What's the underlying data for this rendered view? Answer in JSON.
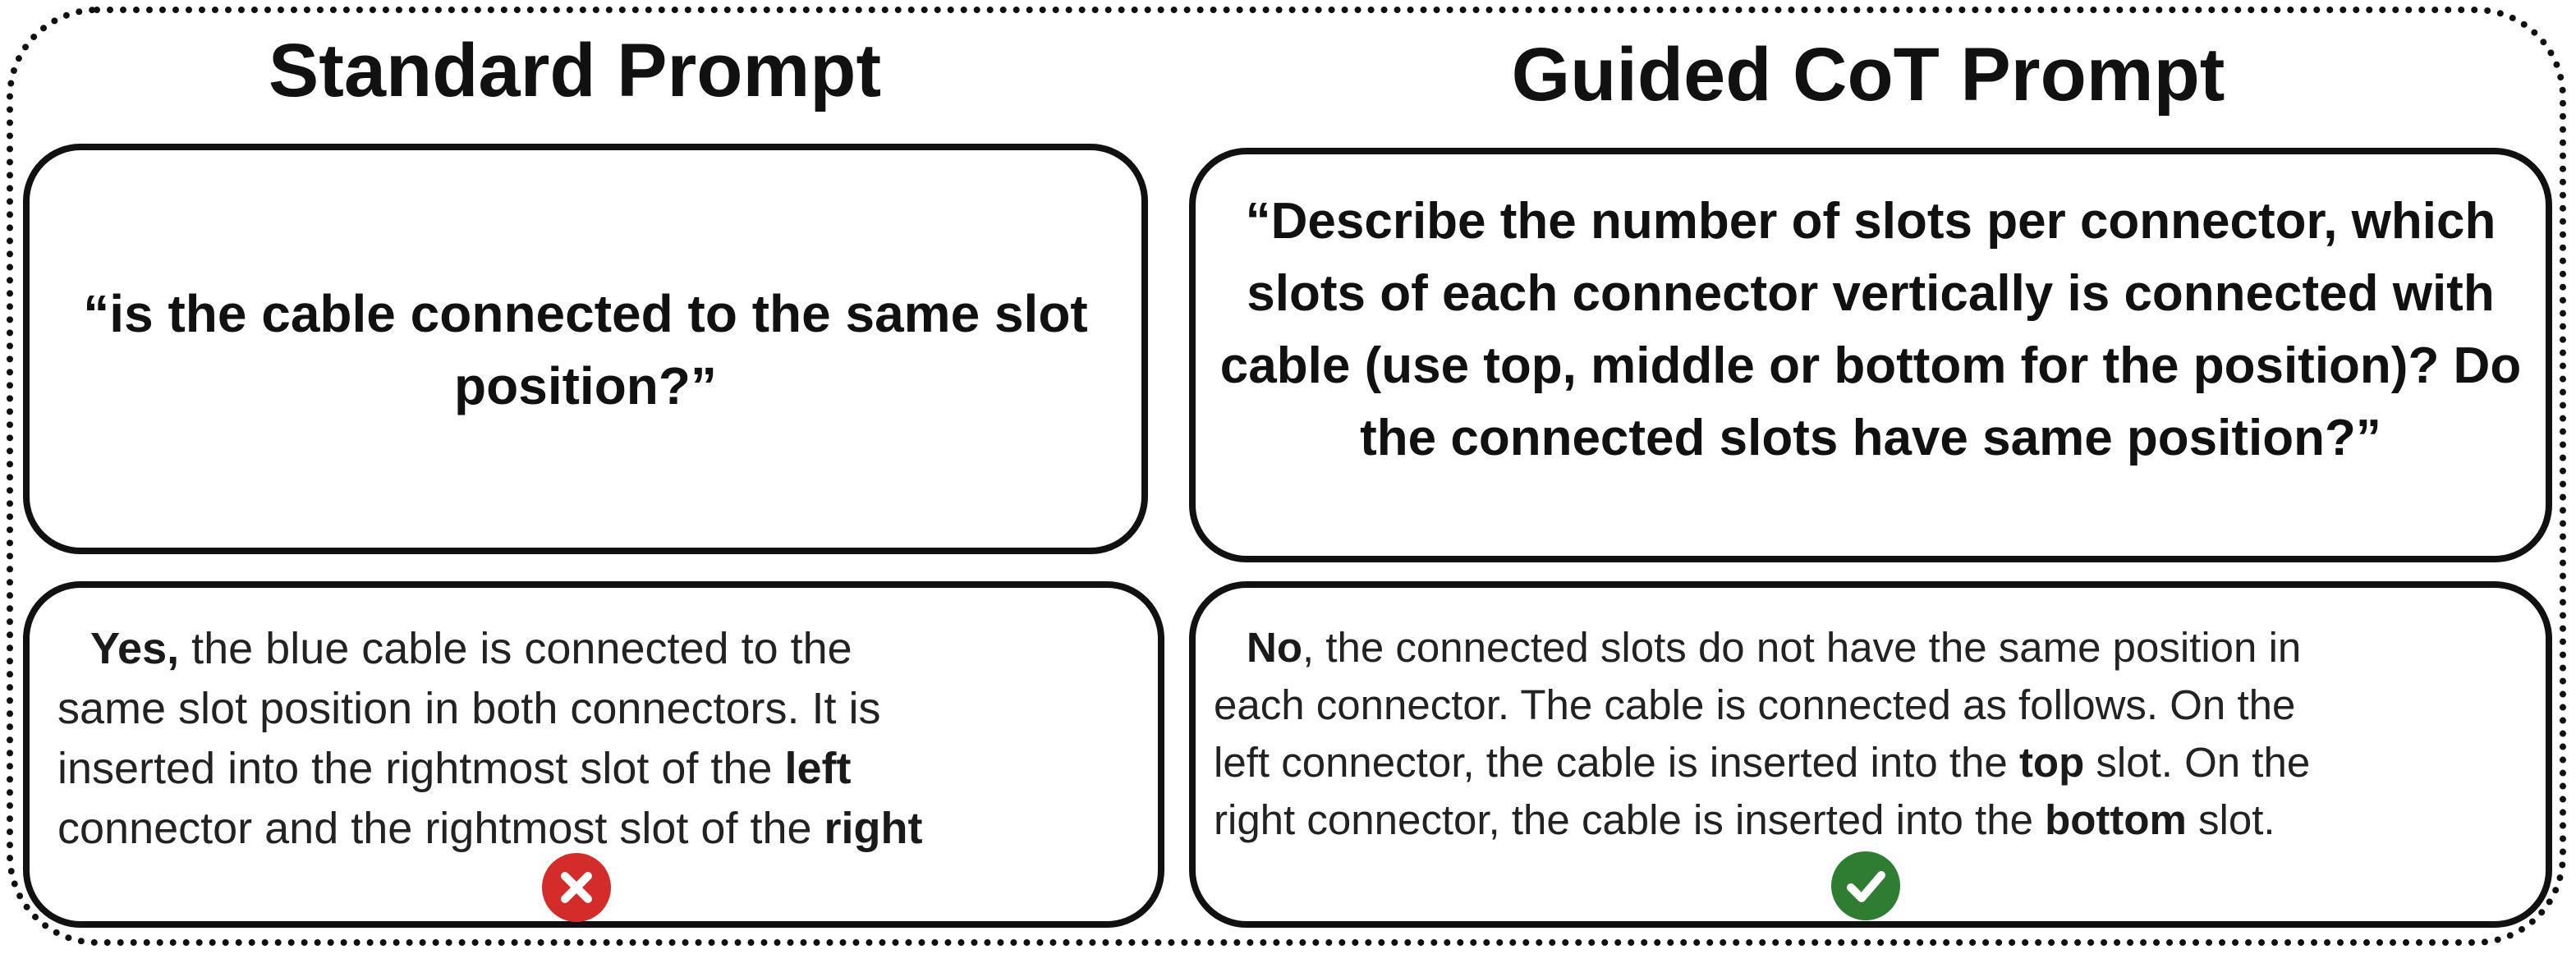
{
  "left_column": {
    "title": "Standard Prompt",
    "prompt": "“is the cable connected to the same slot position?”",
    "answer": {
      "l1_b": "Yes,",
      "l1": " the blue cable is connected to the",
      "l2": "same slot position in both connectors. It is",
      "l3": "inserted into the rightmost slot of the ",
      "l3_b": "left",
      "l4": "connector and the rightmost slot of the ",
      "l4_b": "right"
    },
    "verdict_icon": "x-circle-icon",
    "verdict_color": "#d42b2b"
  },
  "right_column": {
    "title": "Guided CoT Prompt",
    "prompt": "“Describe the number of slots per connector, which slots of each connector vertically is connected with cable (use top, middle or bottom for the position)? Do the connected slots have same position?”",
    "answer": {
      "l1_b": "No",
      "l1": ", the connected slots do not have the same position in",
      "l2": "each connector. The cable is connected as follows. On the",
      "l3": "left connector, the cable is inserted into the ",
      "l3_b": "top",
      "l3_end": " slot. On the",
      "l4": "right connector, the cable is inserted into the ",
      "l4_b": "bottom",
      "l4_end": " slot."
    },
    "verdict_icon": "check-circle-icon",
    "verdict_color": "#2e7d32"
  }
}
